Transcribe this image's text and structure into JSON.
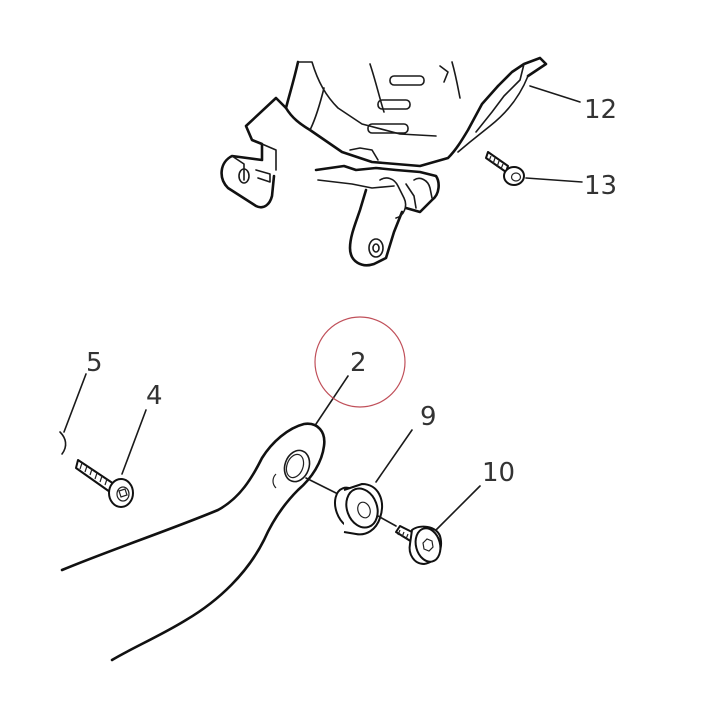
{
  "diagram": {
    "callouts": {
      "c2": "2",
      "c4": "4",
      "c5": "5",
      "c9": "9",
      "c10": "10",
      "c12": "12",
      "c13": "13"
    },
    "highlight_color": "#c0505a",
    "line_color": "#111111"
  }
}
